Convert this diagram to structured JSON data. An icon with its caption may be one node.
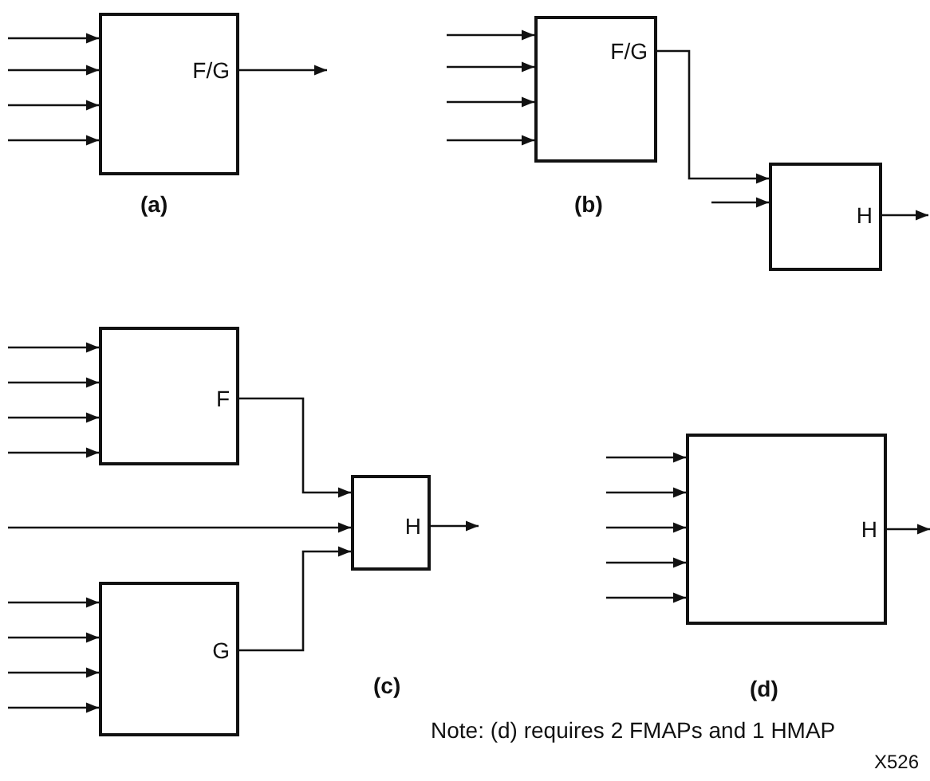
{
  "diagram": {
    "nodes": [
      {
        "text": [
          "F/G"
        ]
      },
      {
        "text": [
          "F/G"
        ]
      },
      {
        "text": [
          "H"
        ]
      },
      {
        "text": [
          "F"
        ]
      },
      {
        "text": [
          "H"
        ]
      },
      {
        "text": [
          "G"
        ]
      },
      {
        "text": [
          "H"
        ]
      }
    ],
    "edges": [
      {
        "from": null,
        "to": 0,
        "arrow": "to"
      },
      {
        "from": null,
        "to": 0,
        "arrow": "to"
      },
      {
        "from": null,
        "to": 0,
        "arrow": "to"
      },
      {
        "from": null,
        "to": 0,
        "arrow": "to"
      },
      {
        "from": 0,
        "to": null,
        "arrow": "to"
      },
      {
        "from": null,
        "to": 1,
        "arrow": "to"
      },
      {
        "from": null,
        "to": 1,
        "arrow": "to"
      },
      {
        "from": null,
        "to": 1,
        "arrow": "to"
      },
      {
        "from": null,
        "to": 1,
        "arrow": "to"
      },
      {
        "from": 1,
        "to": 2,
        "arrow": "to"
      },
      {
        "from": null,
        "to": 2,
        "arrow": "to"
      },
      {
        "from": 2,
        "to": null,
        "arrow": "to"
      },
      {
        "from": null,
        "to": 3,
        "arrow": "to"
      },
      {
        "from": null,
        "to": 3,
        "arrow": "to"
      },
      {
        "from": null,
        "to": 3,
        "arrow": "to"
      },
      {
        "from": null,
        "to": 3,
        "arrow": "to"
      },
      {
        "from": 3,
        "to": 4,
        "arrow": "to"
      },
      {
        "from": null,
        "to": 4,
        "arrow": "to"
      },
      {
        "from": null,
        "to": 5,
        "arrow": "to"
      },
      {
        "from": null,
        "to": 5,
        "arrow": "to"
      },
      {
        "from": null,
        "to": 5,
        "arrow": "to"
      },
      {
        "from": null,
        "to": 5,
        "arrow": "to"
      },
      {
        "from": 5,
        "to": 4,
        "arrow": "to"
      },
      {
        "from": 4,
        "to": null,
        "arrow": "to"
      },
      {
        "from": null,
        "to": 6,
        "arrow": "to"
      },
      {
        "from": null,
        "to": 6,
        "arrow": "to"
      },
      {
        "from": null,
        "to": 6,
        "arrow": "to"
      },
      {
        "from": null,
        "to": 6,
        "arrow": "to"
      },
      {
        "from": null,
        "to": 6,
        "arrow": "to"
      },
      {
        "from": 6,
        "to": null,
        "arrow": "to"
      }
    ],
    "labels": [
      "(a)",
      "(b)",
      "(c)",
      "(d)",
      "Note: (d) requires 2 FMAPs and 1 HMAP",
      "X526"
    ]
  }
}
